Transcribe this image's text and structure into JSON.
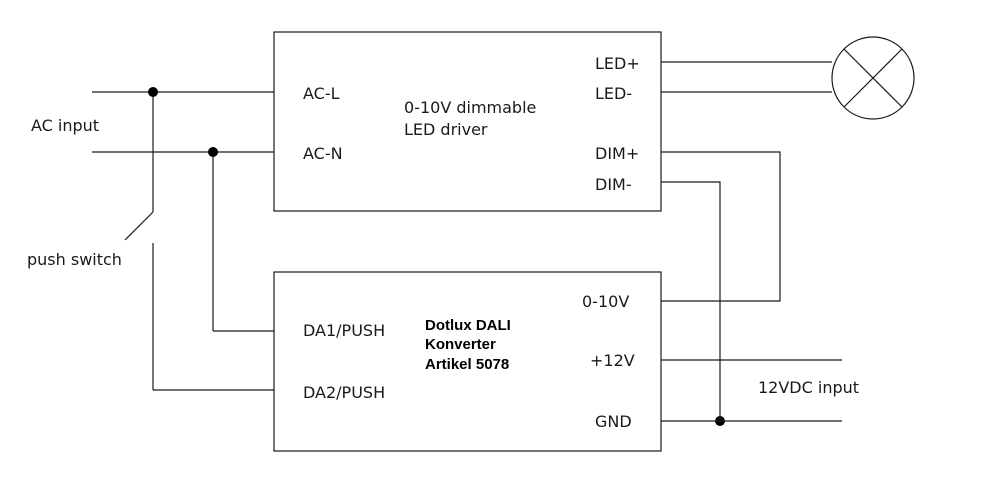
{
  "labels": {
    "ac_input": "AC input",
    "push_switch": "push switch",
    "vdc_input": "12VDC input"
  },
  "led_driver": {
    "title_line1": "0-10V dimmable",
    "title_line2": "LED driver",
    "pins": {
      "ac_l": "AC-L",
      "ac_n": "AC-N",
      "led_plus": "LED+",
      "led_minus": "LED-",
      "dim_plus": "DIM+",
      "dim_minus": "DIM-"
    }
  },
  "dali_converter": {
    "title_line1": "Dotlux DALI",
    "title_line2": "Konverter",
    "title_line3": "Artikel 5078",
    "pins": {
      "da1": "DA1/PUSH",
      "da2": "DA2/PUSH",
      "v010": "0-10V",
      "v12": "+12V",
      "gnd": "GND"
    }
  },
  "icons": {
    "lamp": "lamp-icon",
    "switch": "push-switch-icon",
    "junction": "junction-dot-icon"
  },
  "colors": {
    "line": "#1a1a1a",
    "background": "#ffffff"
  }
}
